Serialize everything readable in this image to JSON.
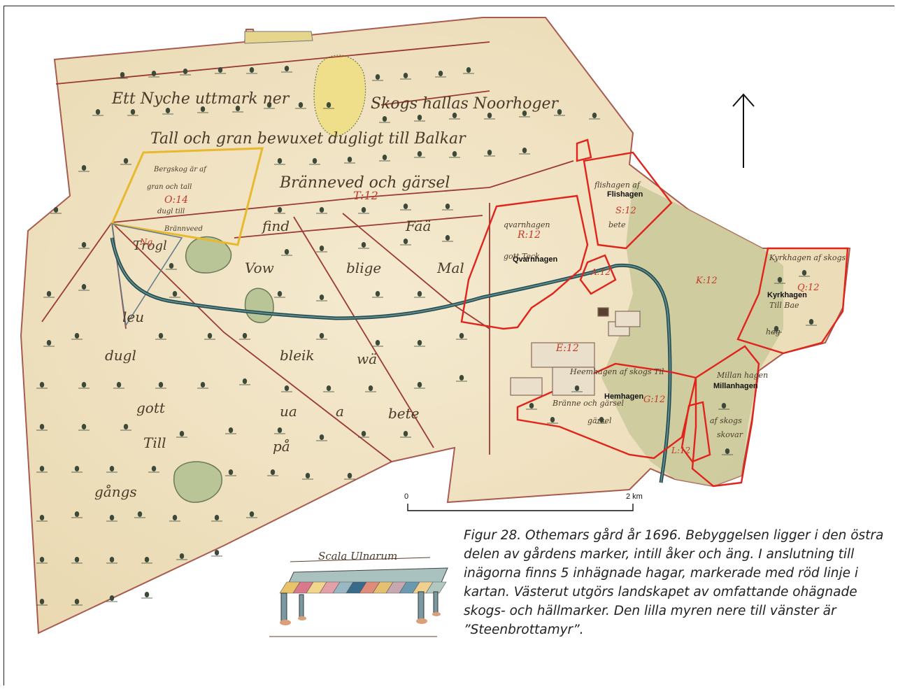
{
  "map": {
    "hagar": [
      {
        "id": "flishagen",
        "label": "Flishagen"
      },
      {
        "id": "qvarnhagen",
        "label": "Qvarnhagen"
      },
      {
        "id": "kyrkhagen",
        "label": "Kyrkhagen"
      },
      {
        "id": "hemhagen",
        "label": "Hemhagen"
      },
      {
        "id": "millanhagen",
        "label": "Millanhagen"
      }
    ],
    "scale_bar": {
      "start": "0",
      "end": "2 km"
    },
    "scale_cartouche": "Scala Ulnarum",
    "colors": {
      "parchment": "#f1e4c3",
      "meadow": "#c9c99a",
      "enclosure_red": "#e0241c",
      "border_brown": "#9a3a32",
      "stream": "#1f4a4a",
      "yellow_plot": "#e8b92e"
    }
  },
  "caption": {
    "text": "Figur 28. Othemars gård år 1696. Bebyggelsen ligger i den östra delen av gårdens marker, intill åker och äng. I anslutning till inägorna finns 5 inhägnade hagar, markerade med röd linje i kartan. Västerut utgörs landskapet av omfattande ohägnade skogs- och hällmarker. Den lilla myren nere till vänster är ”Steenbrottamyr”."
  }
}
